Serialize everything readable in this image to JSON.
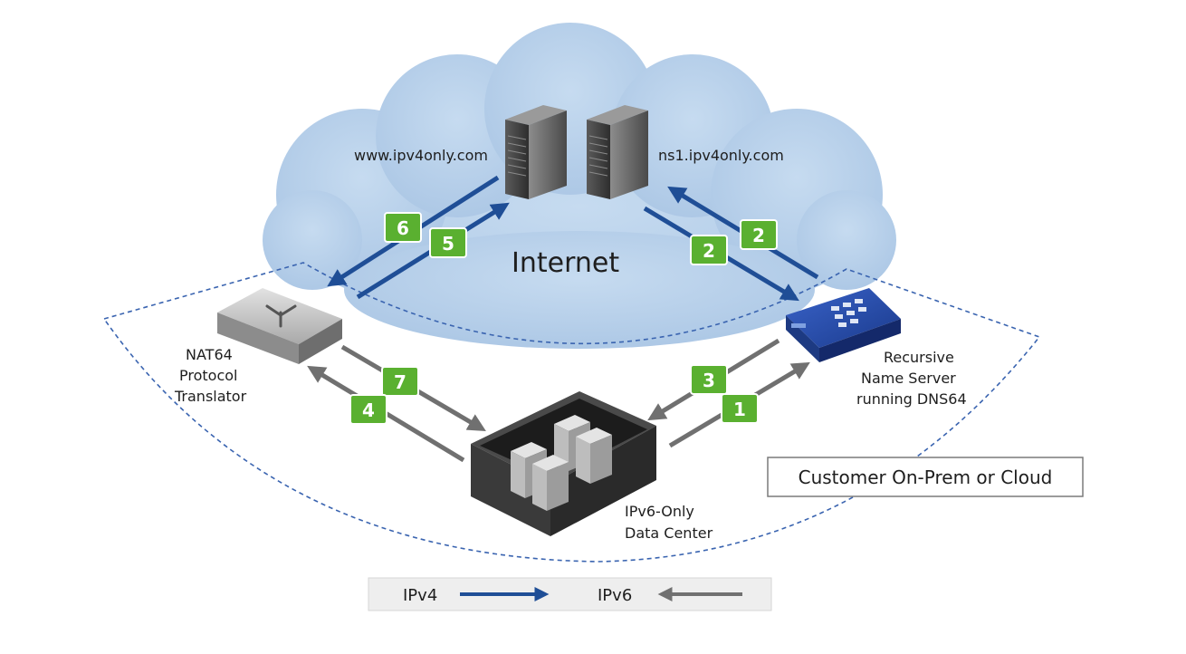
{
  "labels": {
    "www_server": "www.ipv4only.com",
    "ns_server": "ns1.ipv4only.com",
    "internet": "Internet",
    "nat64": [
      "NAT64",
      "Protocol",
      "Translator"
    ],
    "dns64": [
      "Recursive",
      "Name Server",
      "running DNS64"
    ],
    "datacenter": [
      "IPv6-Only",
      "Data Center"
    ],
    "customer_box": "Customer On-Prem or Cloud"
  },
  "steps": {
    "s1": "1",
    "s2a": "2",
    "s2b": "2",
    "s3": "3",
    "s4": "4",
    "s5": "5",
    "s6": "6",
    "s7": "7"
  },
  "legend": {
    "ipv4": "IPv4",
    "ipv6": "IPv6"
  },
  "colors": {
    "ipv4_arrow": "#1f4e96",
    "ipv6_arrow": "#707070",
    "badge": "#5ab030",
    "cloud": "#b7d0ea",
    "dashed": "#3a64b0"
  }
}
